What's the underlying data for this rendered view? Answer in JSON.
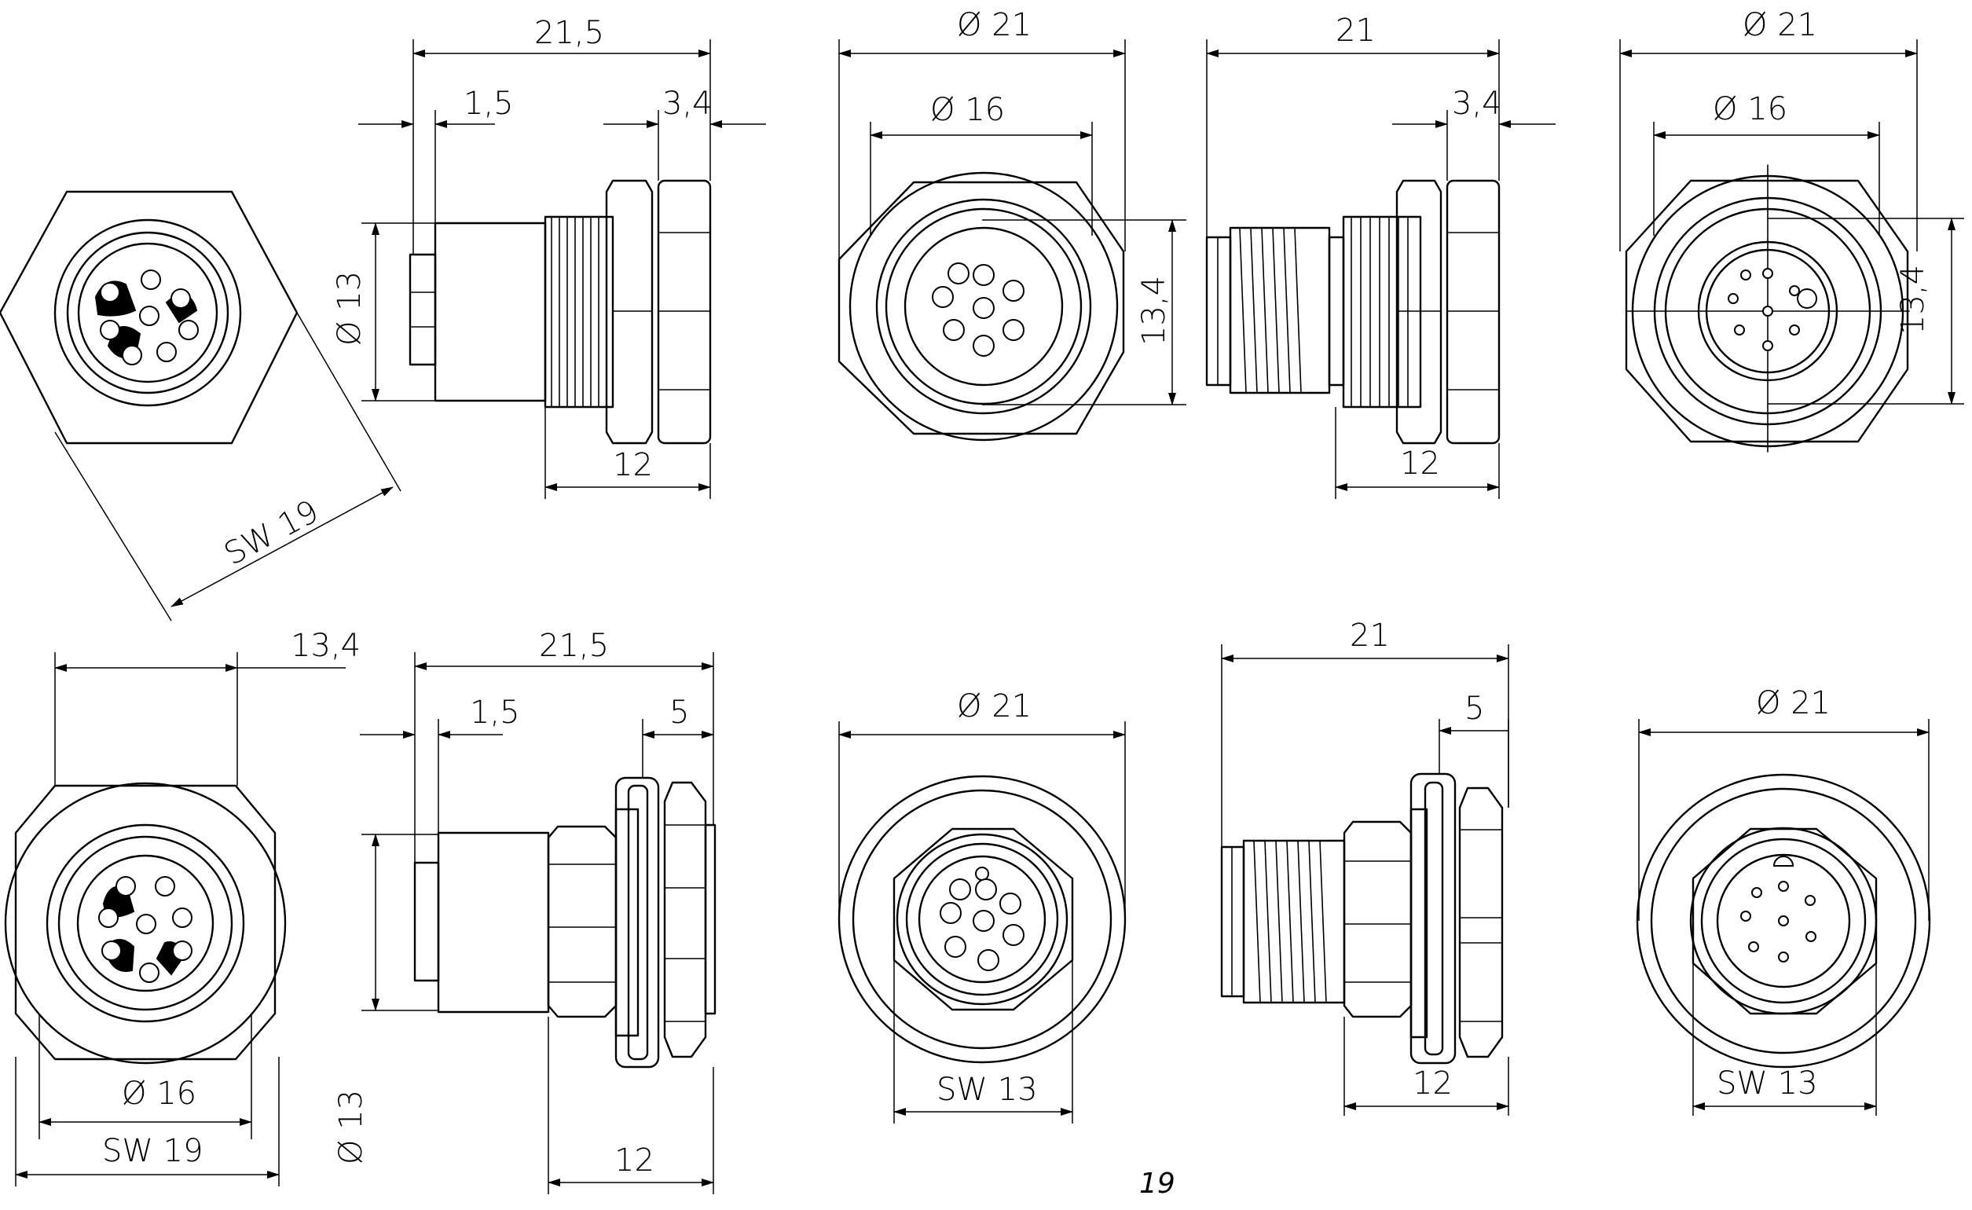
{
  "sheet": {
    "page_number": "19",
    "colors": {
      "ink": "#000000",
      "paper": "#ffffff"
    }
  },
  "views": {
    "top_front_female_hex": {
      "across_flats": "SW 19"
    },
    "top_side_female": {
      "overall_length": "21,5",
      "flange_offset": "1,5",
      "nut_thickness": "3,4",
      "body_diameter": "Ø 13",
      "thread_length": "12"
    },
    "top_front_female_nut": {
      "outer_diameter": "Ø 21",
      "inner_diameter": "Ø 16",
      "height": "13,4"
    },
    "top_side_male": {
      "overall_length": "21",
      "nut_thickness": "3,4",
      "thread_length": "12"
    },
    "top_front_male_nut": {
      "outer_diameter": "Ø 21",
      "inner_diameter": "Ø 16",
      "height": "13,4"
    },
    "bottom_front_female_round": {
      "width": "13,4",
      "inner_diameter": "Ø 16",
      "across_flats": "SW 19"
    },
    "bottom_side_female": {
      "overall_length": "21,5",
      "flange_offset": "1,5",
      "nut_thickness": "5",
      "body_diameter": "Ø 13",
      "thread_length": "12"
    },
    "bottom_front_female_flange": {
      "outer_diameter": "Ø 21",
      "across_flats": "SW 13"
    },
    "bottom_side_male": {
      "overall_length": "21",
      "nut_thickness": "5",
      "thread_length": "12"
    },
    "bottom_front_male_flange": {
      "outer_diameter": "Ø 21",
      "across_flats": "SW 13"
    }
  }
}
